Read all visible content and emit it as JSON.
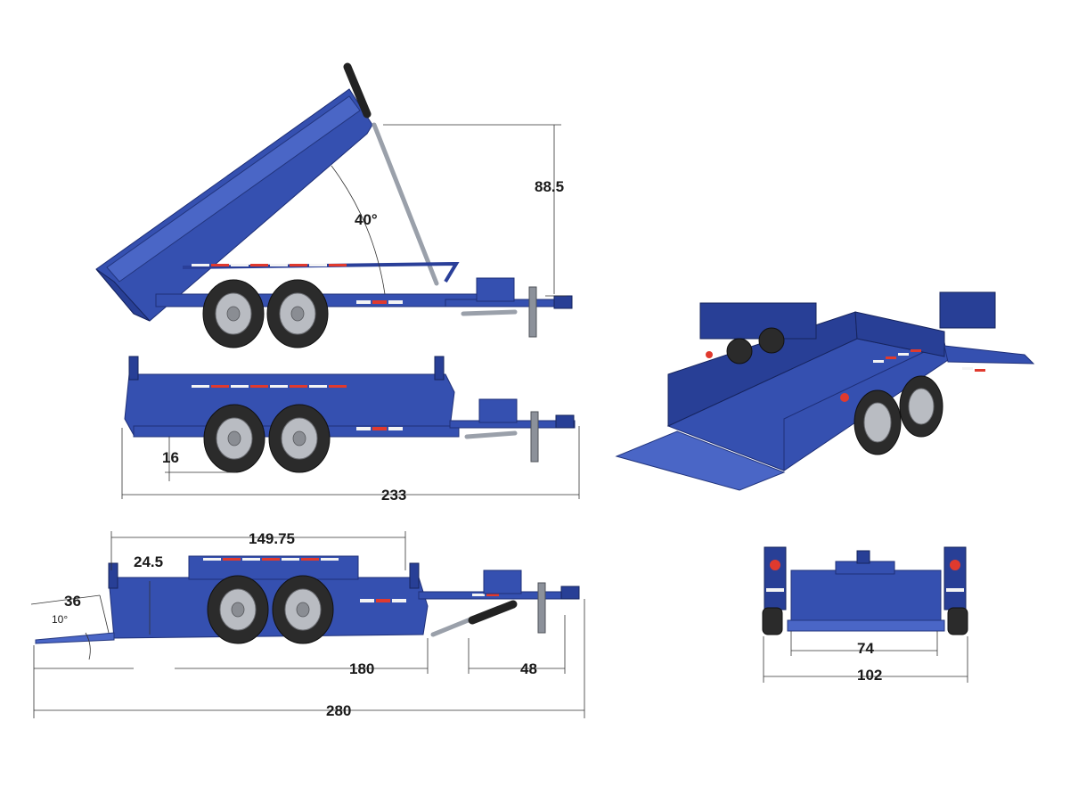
{
  "diagram": {
    "colors": {
      "trailer_blue": "#3550b0",
      "trailer_dark": "#283f96",
      "tire": "#2b2b2b",
      "rim": "#b9bcc2",
      "reflector_red": "#e03a2e",
      "reflector_white": "#f4f4f4"
    },
    "views": {
      "dump_raised": {
        "height_label": "88.5",
        "angle_label": "40°"
      },
      "side_closed": {
        "ground_clearance_label": "16",
        "overall_length_label": "233"
      },
      "ramp_view": {
        "bed_length_label": "149.75",
        "side_height_label": "24.5",
        "ramp_length_label": "36",
        "ramp_angle_label": "10°",
        "frame_length_label": "180",
        "tongue_length_label": "48",
        "total_length_label": "280"
      },
      "rear_view": {
        "inner_width_label": "74",
        "outer_width_label": "102"
      }
    }
  }
}
